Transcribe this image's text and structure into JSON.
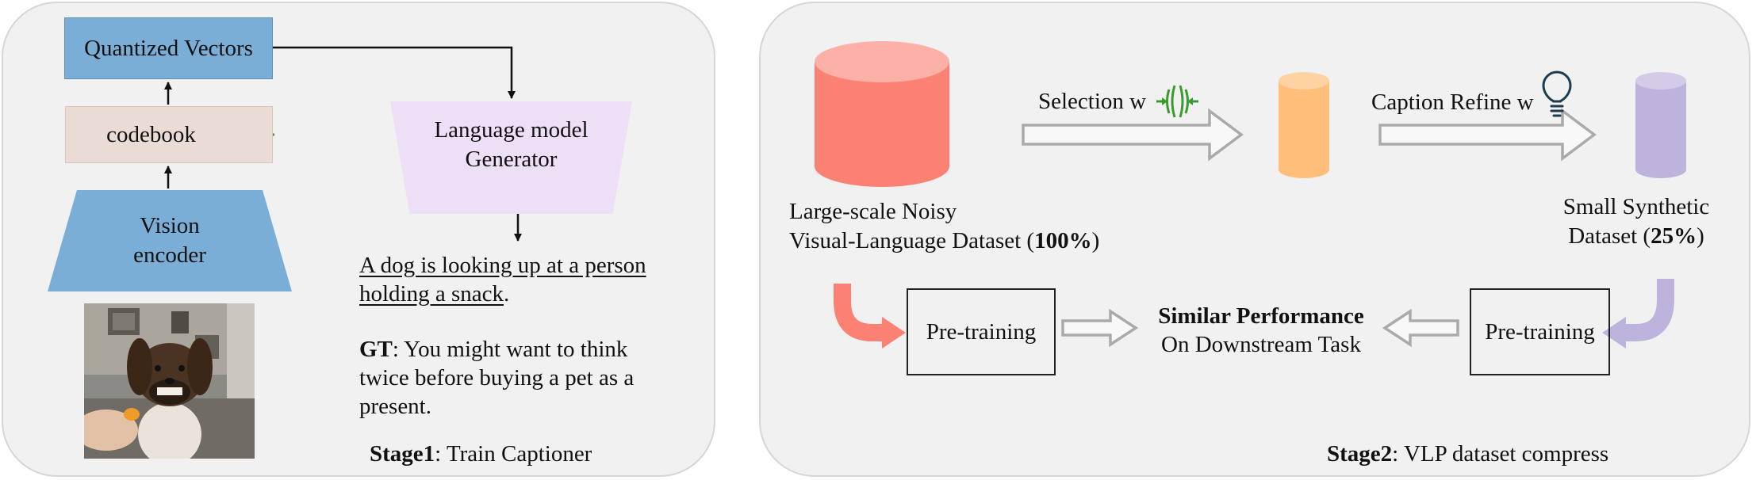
{
  "stage1": {
    "quantized_vectors": "Quantized Vectors",
    "codebook": "codebook",
    "vision_encoder_line1": "Vision",
    "vision_encoder_line2": "encoder",
    "generator_line1": "Language model",
    "generator_line2": "Generator",
    "caption_line1": "A dog is looking up at a person",
    "caption_line2": "holding a snack",
    "caption_period": ".",
    "gt_label": "GT",
    "gt_line1": ": You might want to think",
    "gt_line2": "twice before buying a pet as a",
    "gt_line3": "present.",
    "stage_bold": "Stage1",
    "stage_rest": ": Train Captioner"
  },
  "stage2": {
    "selection": "Selection w",
    "caption_refine": "Caption Refine w",
    "large_line1": "Large-scale Noisy",
    "large_line2": "Visual-Language Dataset (",
    "large_pct": "100%",
    "large_close": ")",
    "small_line1": "Small Synthetic",
    "small_line2": "Dataset (",
    "small_pct": "25%",
    "small_close": ")",
    "pretrain_left": "Pre-training",
    "pretrain_right": "Pre-training",
    "similar_bold": "Similar Performance",
    "similar_rest": "On Downstream Task",
    "stage_bold": "Stage2",
    "stage_rest": ": VLP dataset compress"
  },
  "colors": {
    "blue_box": "#7aaed7",
    "codebook_fill": "#eadcd5",
    "generator_fill": "#ede0f6",
    "large_cylinder": "#fb8173",
    "medium_cylinder": "#ffbe7a",
    "small_cylinder": "#bdb3dc",
    "compress_icon": "#3a9a2e",
    "bulb_icon": "#1d3c50"
  },
  "icons": [
    "compress-icon",
    "lightbulb-icon",
    "hollow-arrow-icon",
    "curved-arrow-icon",
    "dog-photo"
  ]
}
